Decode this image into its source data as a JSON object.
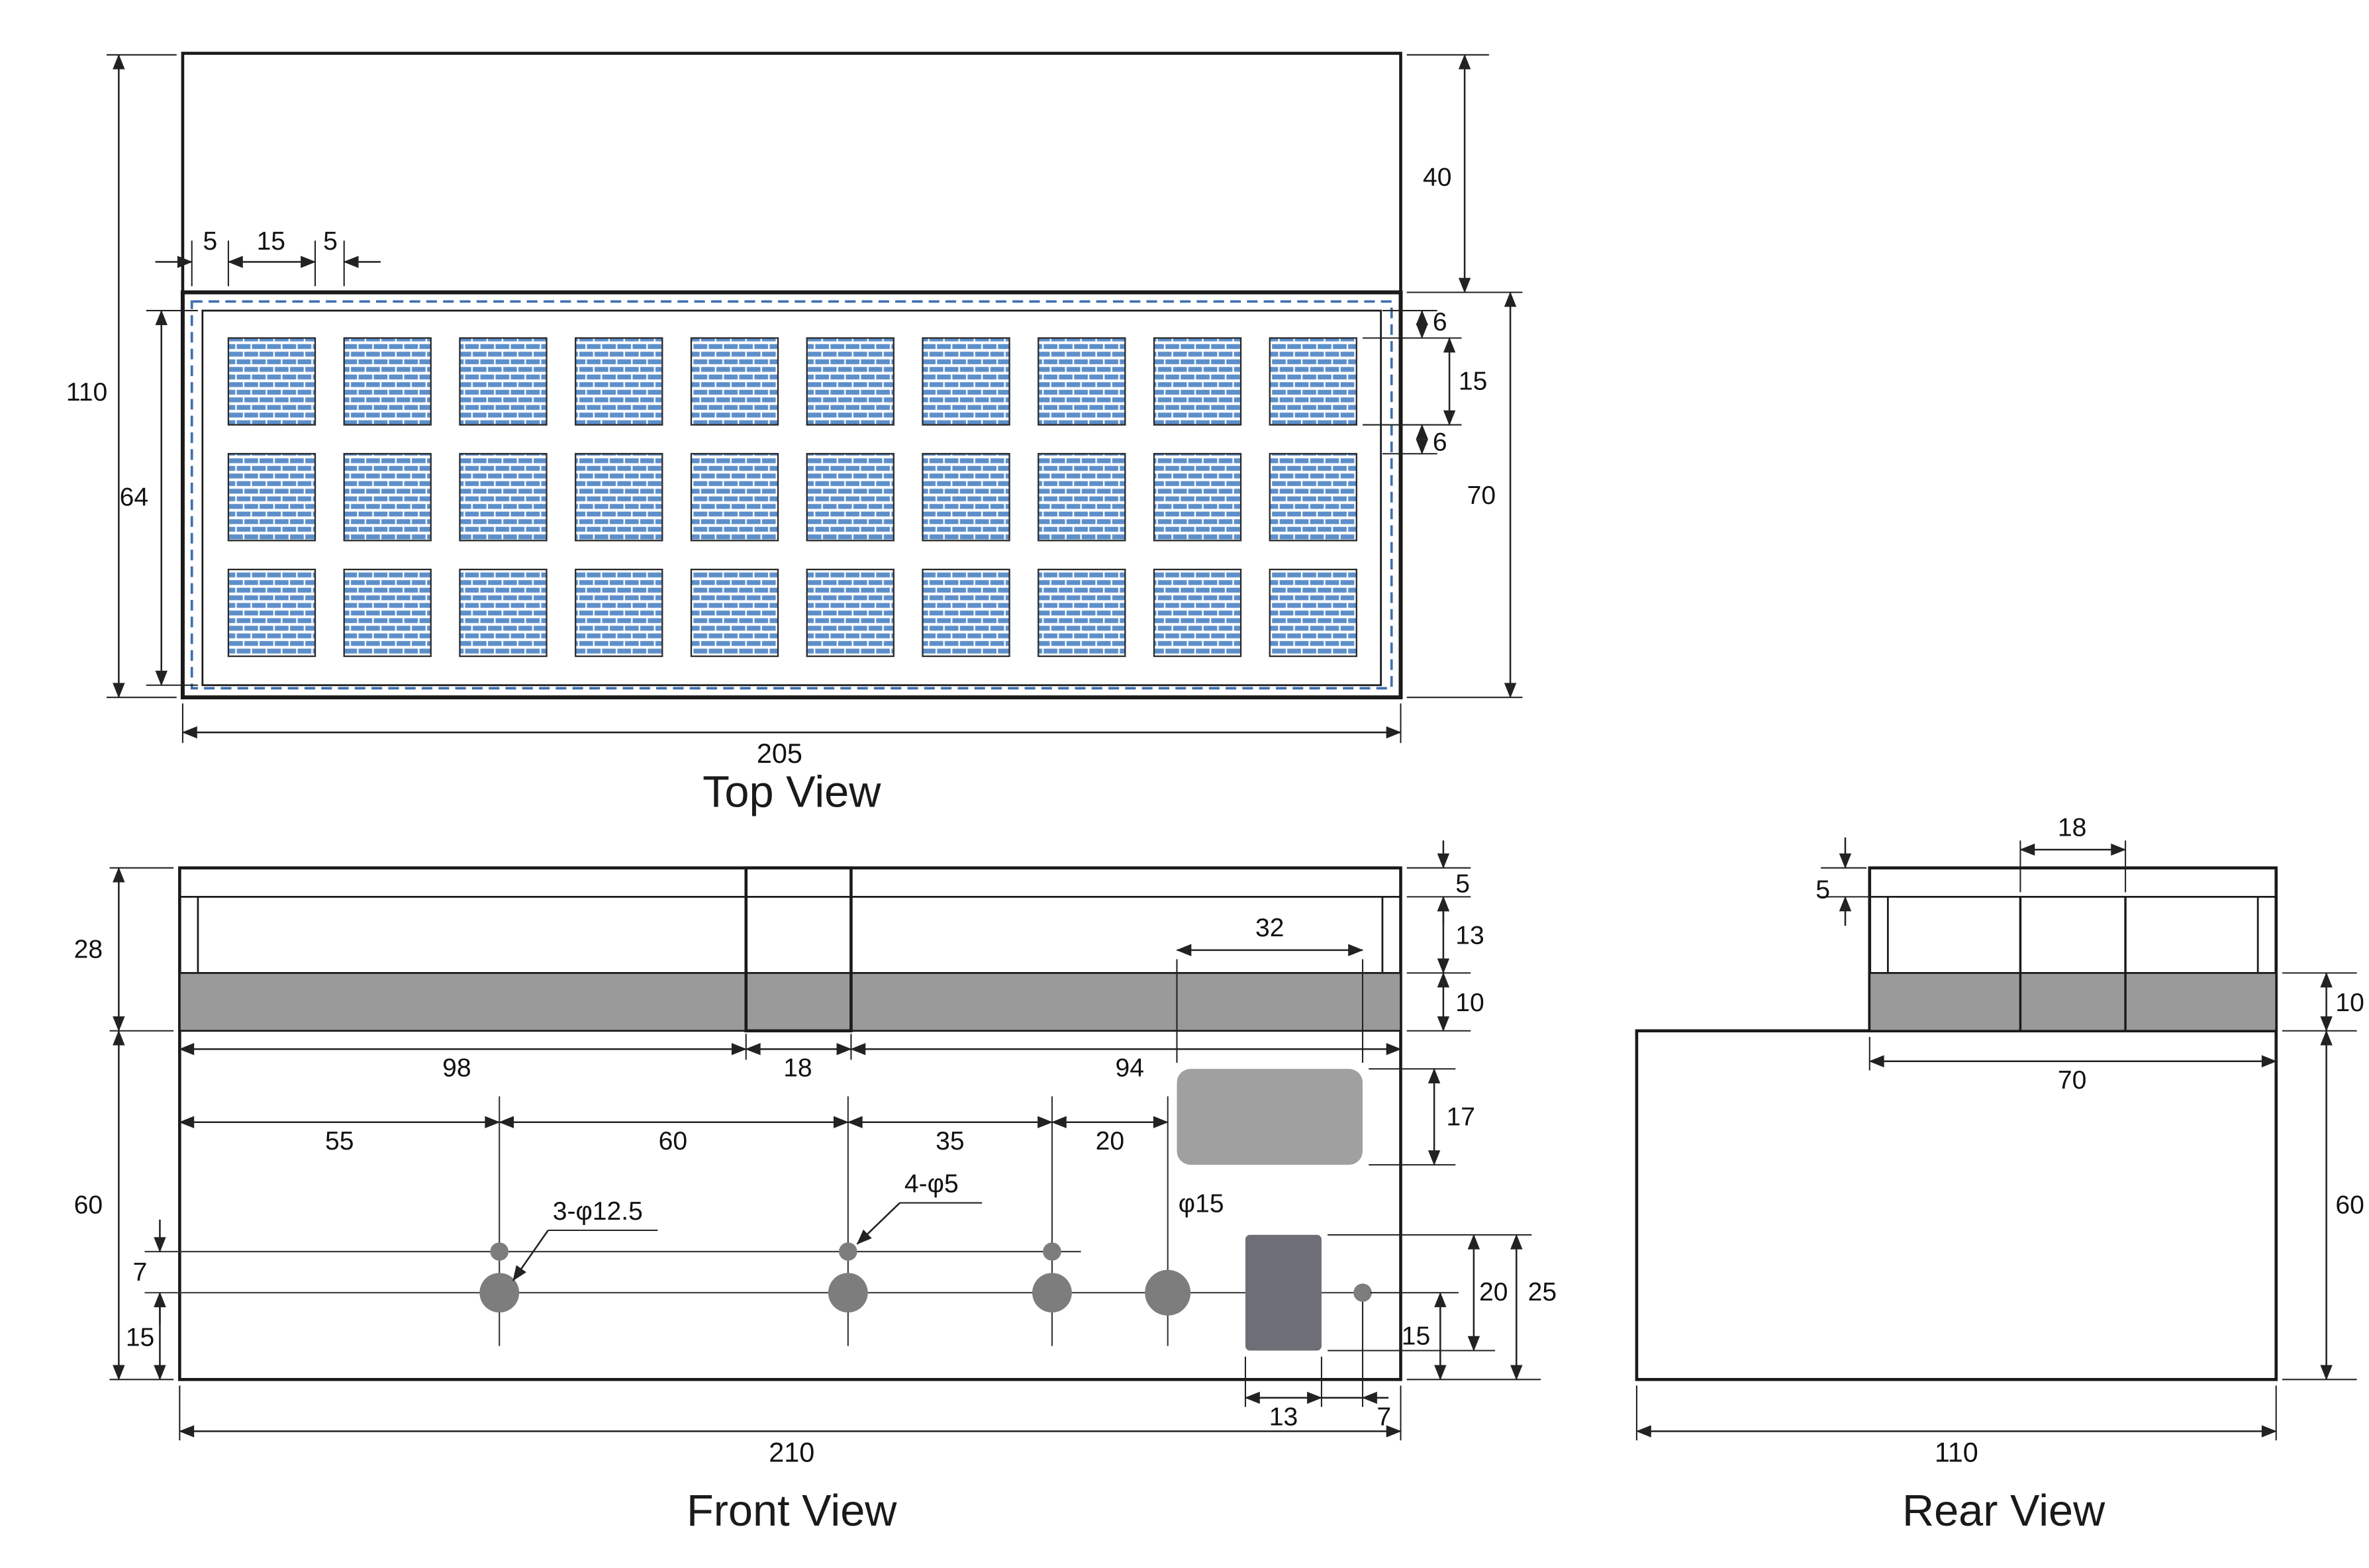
{
  "drawing": {
    "colors": {
      "hatch_blue": "#5d8fca",
      "dashed_border_blue": "#3f6fae",
      "bar_gray": "#9a9a9a",
      "pad_gray": "#a0a0a0",
      "block_gray": "#6e6e76",
      "hole_gray": "#7d7d7d",
      "line_black": "#1a1a1a"
    },
    "top_view": {
      "title": "Top View",
      "grid": {
        "cols": 10,
        "rows": 3
      },
      "dims": {
        "frame_edge": "5",
        "cell_width": "15",
        "cell_gap": "5",
        "overall_height": "110",
        "inner_height": "64",
        "back_depth": "40",
        "top_margin": "6",
        "cell_height": "15",
        "row_gap": "6",
        "panel_height": "70",
        "panel_width": "205"
      }
    },
    "front_view": {
      "title": "Front View",
      "dims": {
        "cap_height": "28",
        "plate_thickness": "5",
        "wall_height": "13",
        "bar_height": "10",
        "pad_width": "32",
        "pad_height": "17",
        "left_span": "98",
        "center_span": "18",
        "right_span": "94",
        "hole_offset_1": "55",
        "hole_offset_2": "60",
        "hole_offset_3": "35",
        "hole_offset_4": "20",
        "label_large_holes": "3-φ12.5",
        "label_small_holes": "4-φ5",
        "label_big_hole": "φ15",
        "body_height": "60",
        "line_offset": "7",
        "centerline_height": "15",
        "overall_width": "210",
        "slot_width": "13",
        "slot_offset": "7",
        "right_15": "15",
        "right_20": "20",
        "right_25": "25"
      }
    },
    "rear_view": {
      "title": "Rear View",
      "dims": {
        "center_width": "18",
        "plate_thickness": "5",
        "bar_height": "10",
        "bar_width": "70",
        "body_height": "60",
        "overall_width": "110"
      }
    }
  }
}
